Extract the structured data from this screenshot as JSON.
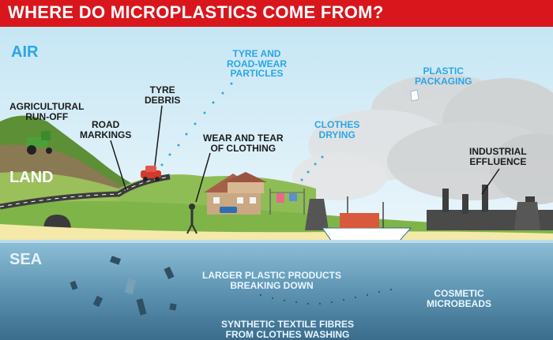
{
  "header": {
    "title": "WHERE DO MICROPLASTICS COME FROM?"
  },
  "zones": {
    "air": "AIR",
    "land": "LAND",
    "sea": "SEA"
  },
  "labels": {
    "agricultural": "AGRICULTURAL\nRUN-OFF",
    "road_markings": "ROAD\nMARKINGS",
    "tyre_debris": "TYRE\nDEBRIS",
    "tyre_road": "TYRE AND\nROAD-WEAR\nPARTICLES",
    "wear_tear": "WEAR AND TEAR\nOF CLOTHING",
    "clothes_drying": "CLOTHES\nDRYING",
    "plastic_packaging": "PLASTIC\nPACKAGING",
    "industrial": "INDUSTRIAL\nEFFLUENCE",
    "larger_plastic": "LARGER PLASTIC PRODUCTS\nBREAKING DOWN",
    "cosmetic": "COSMETIC\nMICROBEADS",
    "synthetic": "SYNTHETIC TEXTILE FIBRES\nFROM CLOTHES WASHING"
  },
  "colors": {
    "header_red": "#d9161c",
    "label_dark": "#1b1b1b",
    "label_blue": "#2aa6e6",
    "sea_blue": "#5f9ab8",
    "land_green": "#7fb449"
  }
}
